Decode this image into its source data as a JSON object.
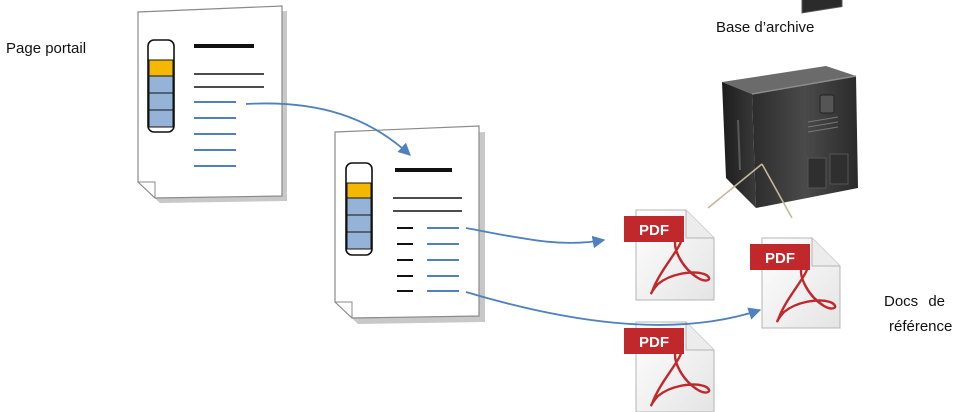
{
  "labels": {
    "portal_page": "Page portail",
    "archive_db": "Base d’archive",
    "reference_docs_line1": "Docs de",
    "reference_docs_line2": "référence"
  },
  "pdf_icons": [
    {
      "badge": "PDF"
    },
    {
      "badge": "PDF"
    },
    {
      "badge": "PDF"
    }
  ],
  "colors": {
    "accent_blue": "#4f81bd",
    "tab_blue": "#95b3d7",
    "tab_orange": "#f5b800",
    "pdf_red": "#c0282c",
    "server_dark": "#3f3f3f",
    "connector_tan": "#c4b89a"
  }
}
